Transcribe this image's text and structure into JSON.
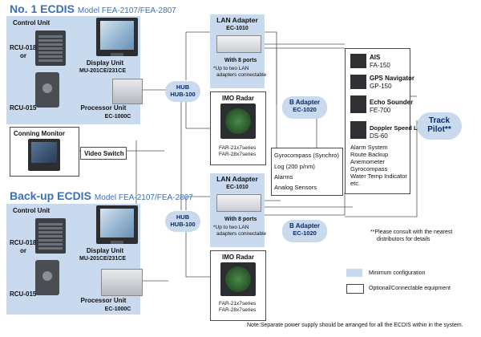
{
  "ecdis1": {
    "title": "No. 1 ECDIS",
    "model": "Model FEA-2107/FEA-2807",
    "control_unit": "Control Unit",
    "rcu_a": "RCU-018",
    "or": "or",
    "rcu_b": "RCU-015",
    "display_unit": "Display Unit",
    "display_model": "MU-201CE/231CE",
    "processor_unit": "Processor Unit",
    "processor_model": "EC-1000C"
  },
  "ecdis2": {
    "title": "Back-up ECDIS",
    "model": "Model FEA-2107/FEA-2807",
    "control_unit": "Control Unit",
    "rcu_a": "RCU-018",
    "or": "or",
    "rcu_b": "RCU-015",
    "display_unit": "Display Unit",
    "display_model": "MU-201CE/231CE",
    "processor_unit": "Processor Unit",
    "processor_model": "EC-1000C"
  },
  "conning_monitor": "Conning Monitor",
  "video_switch": "Video Switch",
  "hub1": {
    "name": "HUB",
    "model": "HUB-100"
  },
  "hub2": {
    "name": "HUB",
    "model": "HUB-100"
  },
  "lan1": {
    "title": "LAN Adapter",
    "model": "EC-1010",
    "ports": "With 8 ports",
    "note1": "*Up to two LAN",
    "note2": "adapters connectable"
  },
  "lan2": {
    "title": "LAN Adapter",
    "model": "EC-1010",
    "ports": "With 8 ports",
    "note1": "*Up to two LAN",
    "note2": "adapters connectable"
  },
  "radar1": {
    "title": "IMO Radar",
    "series1": "FAR-21x7series",
    "series2": "FAR-28x7series"
  },
  "radar2": {
    "title": "IMO Radar",
    "series1": "FAR-21x7series",
    "series2": "FAR-28x7series"
  },
  "badapter1": {
    "name": "B Adapter",
    "model": "EC-1020"
  },
  "badapter2": {
    "name": "B Adapter",
    "model": "EC-1020"
  },
  "sensors": [
    "Gyrocompass (Synchro)",
    "Log (200 p/nm)",
    "Alarms",
    "Analog Sensors"
  ],
  "right_panel": {
    "ais": "AIS",
    "ais_model": "FA-150",
    "gps": "GPS Navigator",
    "gps_model": "GP-150",
    "echo": "Echo Sounder",
    "echo_model": "FE-700",
    "doppler": "Doppler Speed Log",
    "doppler_model": "DS-60",
    "list": [
      "Alarm System",
      "Route Backup",
      "Anemometer",
      "Gyrocompass",
      "Water Temp Indicator",
      "etc."
    ]
  },
  "track_pilot": {
    "line1": "Track",
    "line2": "Pilot**"
  },
  "consult_note": {
    "line1": "**Please consult with the nearest",
    "line2": "distributors for details"
  },
  "legend": {
    "min_config": "Minimum configuration",
    "optional": "Optional/Connectable equipment",
    "min_color": "#c9d9ee"
  },
  "footnote": "Note:Separate power supply should be arranged for all the ECDIS within in the system."
}
